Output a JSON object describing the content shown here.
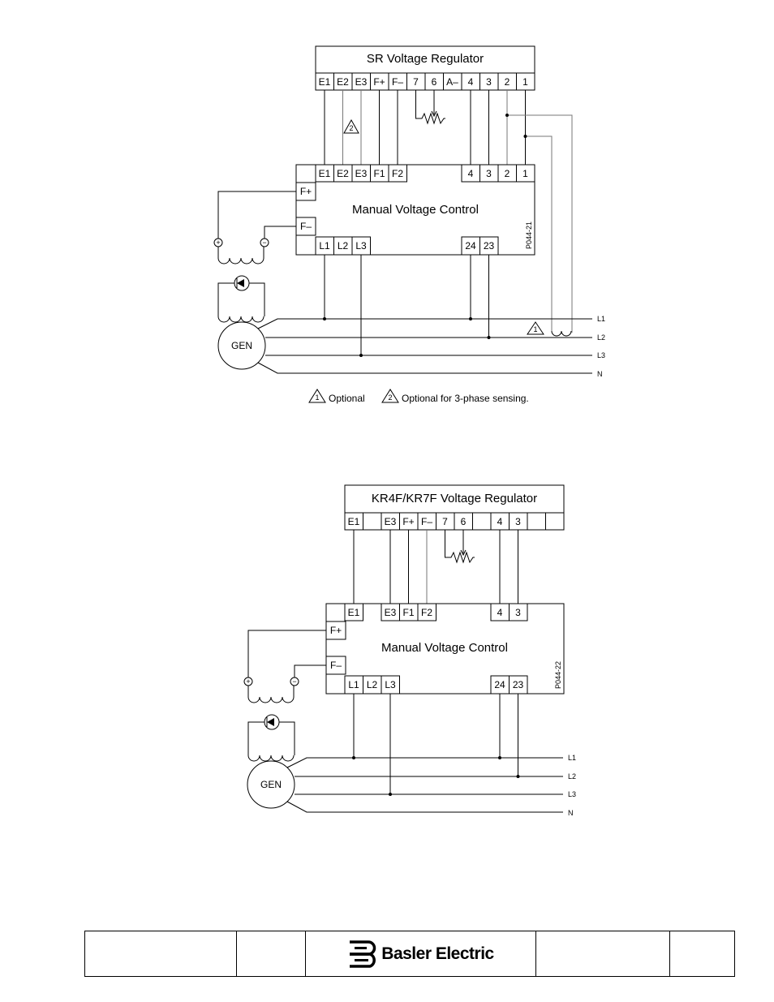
{
  "diagram1": {
    "regulator_title": "SR Voltage Regulator",
    "regulator_terminals": [
      "E1",
      "E2",
      "E3",
      "F+",
      "F–",
      "7",
      "6",
      "A–",
      "4",
      "3",
      "2",
      "1"
    ],
    "mvc_top_terminals": [
      "E1",
      "E2",
      "E3",
      "F1",
      "F2",
      "4",
      "3",
      "2",
      "1"
    ],
    "mvc_title": "Manual Voltage Control",
    "mvc_side_terminals": [
      "F+",
      "F–"
    ],
    "mvc_bottom_terminals": [
      "L1",
      "L2",
      "L3",
      "24",
      "23"
    ],
    "drawing_id": "P044-21",
    "gen_label": "GEN",
    "plus_sign": "+",
    "minus_sign": "−",
    "note_2_marker": "2",
    "note_1_marker": "1",
    "lines": [
      "L1",
      "L2",
      "L3",
      "N"
    ],
    "legend": [
      {
        "marker": "1",
        "text": "Optional"
      },
      {
        "marker": "2",
        "text": "Optional for 3-phase sensing."
      }
    ]
  },
  "diagram2": {
    "regulator_title": "KR4F/KR7F Voltage Regulator",
    "regulator_terminals": [
      "E1",
      "",
      "E3",
      "F+",
      "F–",
      "7",
      "6",
      "",
      "4",
      "3",
      "",
      ""
    ],
    "mvc_top_terminals": [
      "E1",
      "E3",
      "F1",
      "F2",
      "4",
      "3"
    ],
    "mvc_title": "Manual Voltage Control",
    "mvc_side_terminals": [
      "F+",
      "F–"
    ],
    "mvc_bottom_terminals": [
      "L1",
      "L2",
      "L3",
      "24",
      "23"
    ],
    "drawing_id": "P044-22",
    "gen_label": "GEN",
    "plus_sign": "+",
    "minus_sign": "−",
    "lines": [
      "L1",
      "L2",
      "L3",
      "N"
    ]
  },
  "footer": {
    "brand": "Basler Electric"
  }
}
